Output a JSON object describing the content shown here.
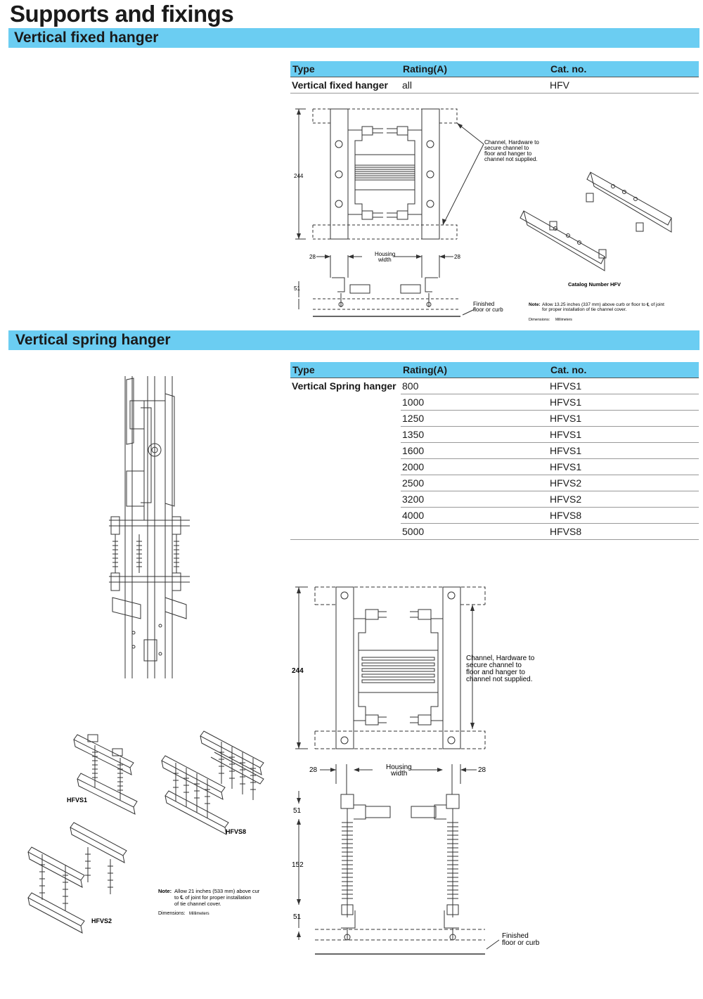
{
  "page_title": "Supports and fixings",
  "section_fixed": {
    "heading": "Vertical fixed hanger",
    "table": {
      "headers": [
        "Type",
        "Rating(A)",
        "Cat. no."
      ],
      "type": "Vertical fixed hanger",
      "rows": [
        {
          "rating": "all",
          "cat": "HFV"
        }
      ]
    },
    "drawing": {
      "dim_height": "244",
      "dim_28_left": "28",
      "dim_28_right": "28",
      "housing_width_1": "Housing",
      "housing_width_2": "width",
      "dim_51": "51",
      "channel_note_1": "Channel, Hardware to",
      "channel_note_2": "secure channel to",
      "channel_note_3": "floor and  hanger to",
      "channel_note_4": "channel not supplied.",
      "finished_1": "Finished",
      "finished_2": "floor or curb",
      "catalog_label": "Catalog  Number HFV",
      "note_label": "Note:",
      "note_text_1": "Allow 13.25 inches (337 mm) above curb or floor to ℄ of joint",
      "note_text_2": "for proper installation of tie channel cover.",
      "dimensions_label": "Dimensions:",
      "dimensions_unit": "Millimeters"
    }
  },
  "section_spring": {
    "heading": "Vertical spring hanger",
    "table": {
      "headers": [
        "Type",
        "Rating(A)",
        "Cat. no."
      ],
      "type": "Vertical Spring hanger",
      "rows": [
        {
          "rating": "800",
          "cat": "HFVS1"
        },
        {
          "rating": "1000",
          "cat": "HFVS1"
        },
        {
          "rating": "1250",
          "cat": "HFVS1"
        },
        {
          "rating": "1350",
          "cat": "HFVS1"
        },
        {
          "rating": "1600",
          "cat": "HFVS1"
        },
        {
          "rating": "2000",
          "cat": "HFVS1"
        },
        {
          "rating": "2500",
          "cat": "HFVS2"
        },
        {
          "rating": "3200",
          "cat": "HFVS2"
        },
        {
          "rating": "4000",
          "cat": "HFVS8"
        },
        {
          "rating": "5000",
          "cat": "HFVS8"
        }
      ]
    },
    "drawing": {
      "dim_height": "244",
      "dim_28_left": "28",
      "dim_28_right": "28",
      "housing_width_1": "Housing",
      "housing_width_2": "width",
      "dim_51_top": "51",
      "dim_152": "152",
      "dim_51_bottom": "51",
      "channel_note_1": "Channel, Hardware to",
      "channel_note_2": "secure channel to",
      "channel_note_3": "floor and  hanger to",
      "channel_note_4": "channel not supplied.",
      "finished_1": "Finished",
      "finished_2": "floor or curb"
    },
    "products": {
      "hfvs1": "HFVS1",
      "hfvs8": "HFVS8",
      "hfvs2": "HFVS2"
    },
    "note_label": "Note:",
    "note_text_1": "Allow 21 inches (533 mm) above cur",
    "note_text_2": "to ℄ of joint for proper installation",
    "note_text_3": "of tie channel cover.",
    "dimensions_label": "Dimensions:",
    "dimensions_unit": "Millimeters"
  }
}
